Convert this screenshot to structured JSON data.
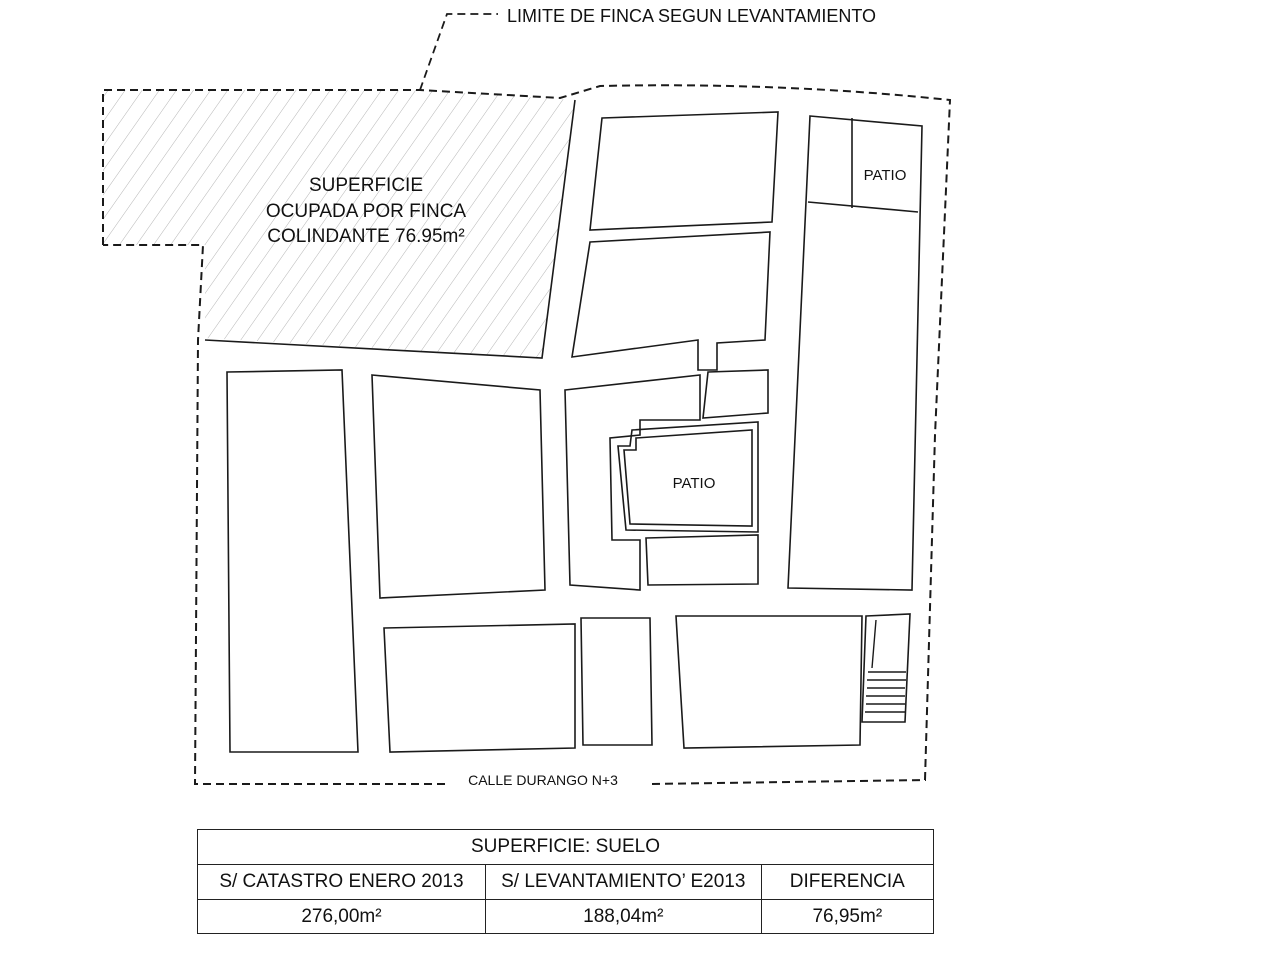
{
  "plan": {
    "boundary_label": "LIMITE DE FINCA SEGUN LEVANTAMIENTO",
    "occupied_label_line1": "SUPERFICIE",
    "occupied_label_line2": "OCUPADA POR FINCA",
    "occupied_label_line3": "COLINDANTE 76.95m²",
    "patio_label_1": "PATIO",
    "patio_label_2": "PATIO",
    "street_label": "CALLE DURANGO N+3"
  },
  "table": {
    "title": "SUPERFICIE: SUELO",
    "headers": [
      "S/ CATASTRO ENERO 2013",
      "S/ LEVANTAMIENTO’ E2013",
      "DIFERENCIA"
    ],
    "values": [
      "276,00m²",
      "188,04m²",
      "76,95m²"
    ]
  },
  "colors": {
    "line": "#1a1a1a",
    "hatch": "#b5b5b5",
    "background": "#ffffff"
  }
}
